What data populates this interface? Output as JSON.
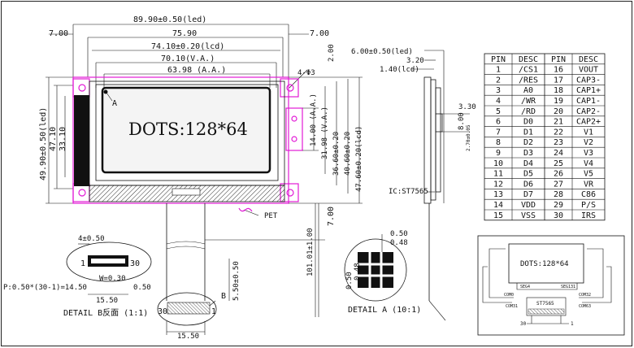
{
  "dims": {
    "led_width": "89.90±0.50(led)",
    "lcd_width": "75.90",
    "lcd_outer": "74.10±0.20(lcd)",
    "va_width": "70.10(V.A.)",
    "aa_width": "63.98 (A.A.)",
    "left_margin": "7.00",
    "right_margin": "7.00",
    "hole": "4-Φ3",
    "hole_offset": "2.00",
    "led_height": "49.90±0.50(led)",
    "inner_47": "47.10",
    "inner_33": "33.10",
    "aa_height": "14.00 (A.A.)",
    "va_height": "31.98 (V.A.)",
    "h_36": "36.60±0.20",
    "h_40": "40.60±0.20",
    "lcd_height": "47.60±0.20(lcd)",
    "fpc_length": "101.01±1.00",
    "fpc_pitch_len": "5.50±0.50",
    "fpc_width": "15.50",
    "bottom_7": "7.00",
    "thick_led": "6.00±0.50(led)",
    "thick_320": "3.20",
    "thick_lcd": "1.40(lcd)",
    "side_330": "3.30",
    "side_800": "8.00",
    "side_270": "2.70±0.05",
    "ic": "IC:ST7565"
  },
  "labels": {
    "dots": "DOTS:128*64",
    "marker_a": "A",
    "marker_b": "B",
    "pet": "PET",
    "detail_b_title": "DETAIL B反面 (1:1)",
    "detail_a_title": "DETAIL A (10:1)",
    "detail_b_top": "4±0.50",
    "detail_b_pitch": "P:0.50*(30-1)=14.50",
    "detail_b_w": "W=0.30",
    "detail_b_050": "0.50",
    "detail_b_1550": "15.50",
    "detail_b_pin1": "1",
    "detail_b_pin30": "30",
    "fpc_pin30": "30",
    "fpc_pin1": "1",
    "fpc_bottom": "15.50",
    "da_050a": "0.50",
    "da_048a": "0.48",
    "da_050b": "0.50",
    "da_048b": "0.48"
  },
  "pin_table": {
    "headers": [
      "PIN",
      "DESC",
      "PIN",
      "DESC"
    ],
    "rows": [
      [
        "1",
        "/CS1",
        "16",
        "VOUT"
      ],
      [
        "2",
        "/RES",
        "17",
        "CAP3-"
      ],
      [
        "3",
        "A0",
        "18",
        "CAP1+"
      ],
      [
        "4",
        "/WR",
        "19",
        "CAP1-"
      ],
      [
        "5",
        "/RD",
        "20",
        "CAP2-"
      ],
      [
        "6",
        "D0",
        "21",
        "CAP2+"
      ],
      [
        "7",
        "D1",
        "22",
        "V1"
      ],
      [
        "8",
        "D2",
        "23",
        "V2"
      ],
      [
        "9",
        "D3",
        "24",
        "V3"
      ],
      [
        "10",
        "D4",
        "25",
        "V4"
      ],
      [
        "11",
        "D5",
        "26",
        "V5"
      ],
      [
        "12",
        "D6",
        "27",
        "VR"
      ],
      [
        "13",
        "D7",
        "28",
        "C86"
      ],
      [
        "14",
        "VDD",
        "29",
        "P/S"
      ],
      [
        "15",
        "VSS",
        "30",
        "IRS"
      ]
    ]
  },
  "block": {
    "title": "DOTS:128*64",
    "seg_left": "SEG4",
    "seg_right": "SEG131",
    "com_l1": "COM0",
    "com_l2": "COM31",
    "com_r1": "COM32",
    "com_r2": "COM63",
    "ic": "ST7565",
    "pin30": "30",
    "pin1": "1"
  },
  "colors": {
    "line": "#111111",
    "outline_highlight": "#e21ad6",
    "background": "#ffffff"
  }
}
